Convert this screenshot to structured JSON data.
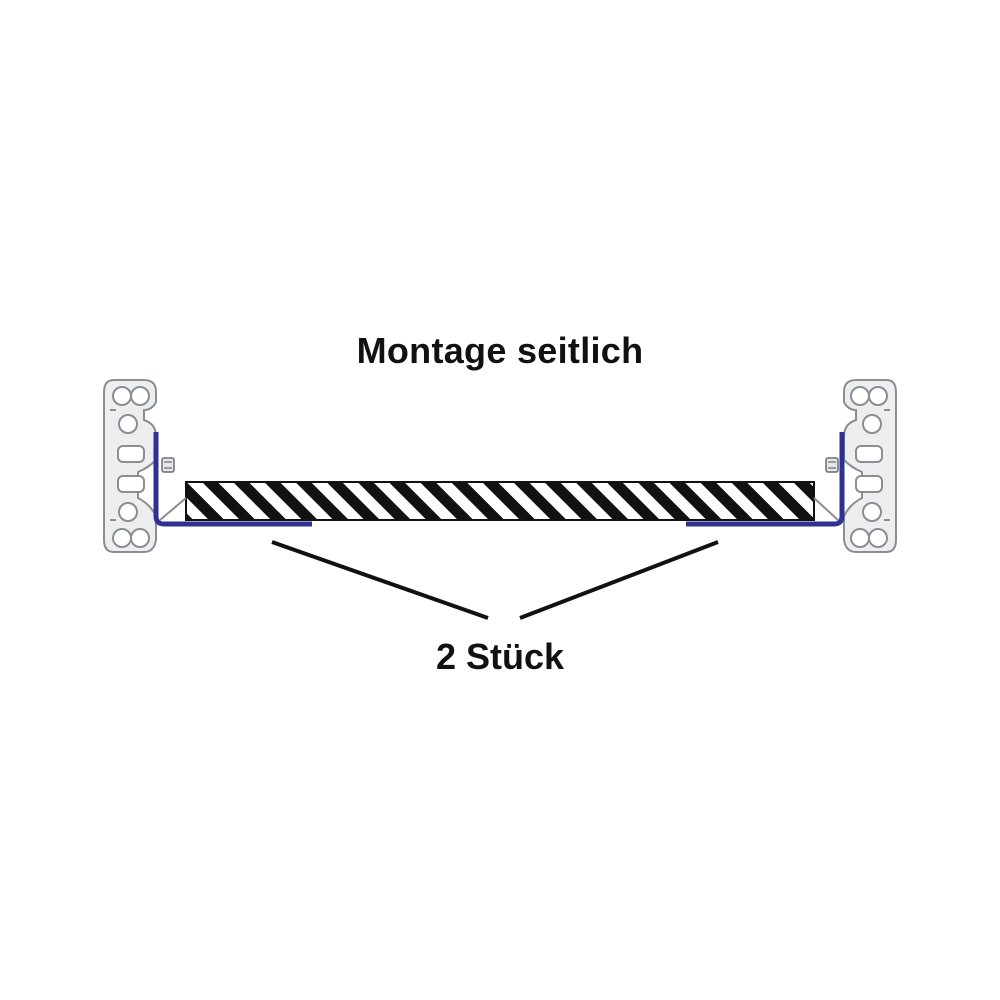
{
  "title": "Montage seitlich",
  "callout_label": "2 Stück",
  "parts": {
    "left_rail": "rail-profile",
    "right_rail": "rail-profile",
    "panel": "hatched-panel",
    "left_bracket": "angle-bracket",
    "right_bracket": "angle-bracket"
  },
  "colors": {
    "bracket": "#2e3192",
    "rail_fill": "#eceef0",
    "rail_stroke": "#8a8e93",
    "hatch": "#111111",
    "text": "#111111"
  }
}
